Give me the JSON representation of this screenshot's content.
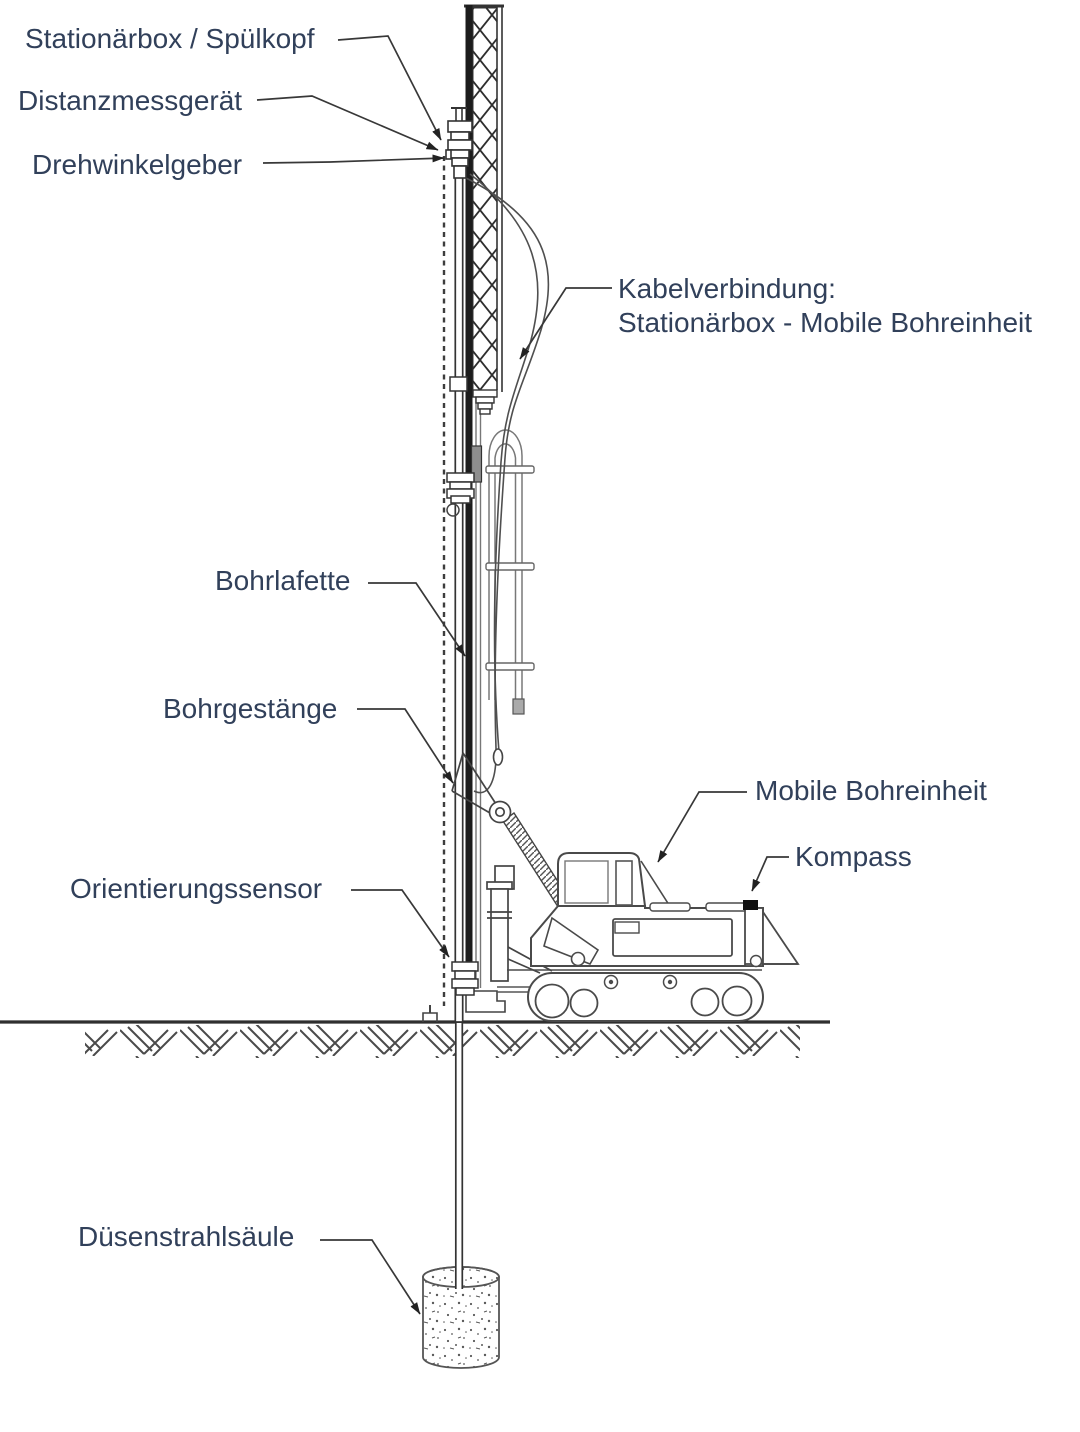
{
  "diagram": {
    "title_hint": "Jet grouting drilling rig schematic",
    "labels": {
      "stationaerbox": "Stationärbox / Spülkopf",
      "distanzmessgeraet": "Distanzmessgerät",
      "drehwinkelgeber": "Drehwinkelgeber",
      "kabelverbindung_line1": "Kabelverbindung:",
      "kabelverbindung_line2": "Stationärbox - Mobile Bohreinheit",
      "bohrlafette": "Bohrlafette",
      "bohrgestaenge": "Bohrgestänge",
      "mobile_bohreinheit": "Mobile Bohreinheit",
      "kompass": "Kompass",
      "orientierungssensor": "Orientierungssensor",
      "duesenstrahlsaeule": "Düsenstrahlsäule"
    },
    "colors": {
      "label_text": "#31405a",
      "line_art": "#3a3a3a",
      "background": "#ffffff"
    }
  }
}
